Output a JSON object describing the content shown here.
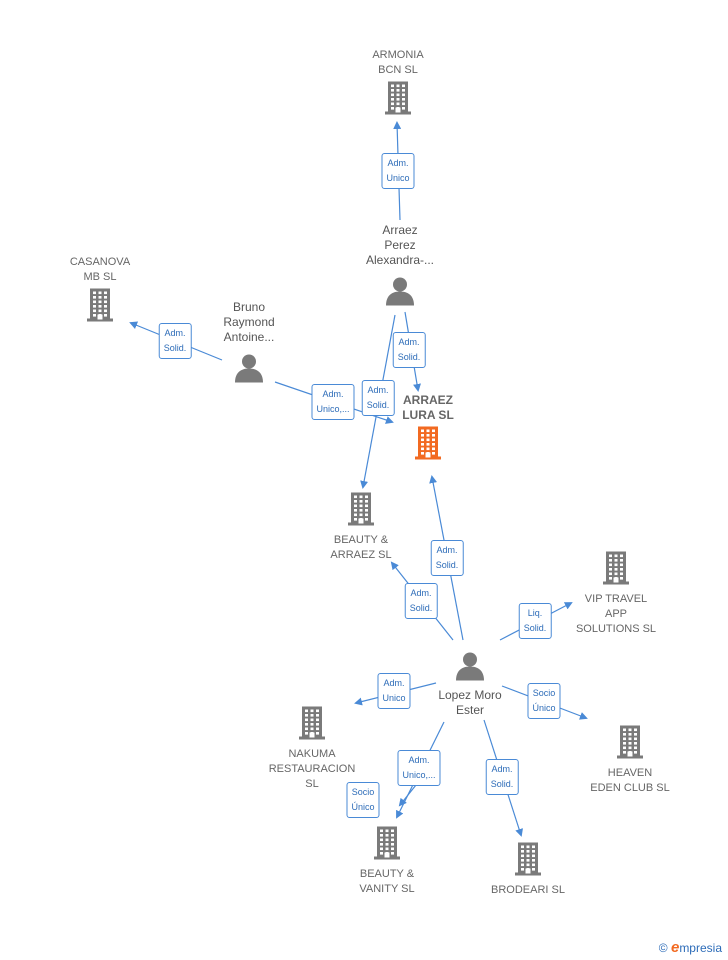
{
  "colors": {
    "edge": "#4a8ad6",
    "node": "#7a7a7a",
    "focus": "#f26a21"
  },
  "nodes": [
    {
      "id": "armonia",
      "kind": "company",
      "label": "ARMONIA\nBCN SL",
      "icon": "building-icon"
    },
    {
      "id": "arraez_perez",
      "kind": "person",
      "label": "Arraez\nPerez\nAlexandra-...",
      "icon": "person-icon"
    },
    {
      "id": "casanova",
      "kind": "company",
      "label": "CASANOVA\nMB SL",
      "icon": "building-icon"
    },
    {
      "id": "bruno",
      "kind": "person",
      "label": "Bruno\nRaymond\nAntoine...",
      "icon": "person-icon"
    },
    {
      "id": "arraez_lura",
      "kind": "focus",
      "label": "ARRAEZ\nLURA SL",
      "icon": "building-icon"
    },
    {
      "id": "beauty_arraez",
      "kind": "company",
      "label": "BEAUTY &\nARRAEZ SL",
      "icon": "building-icon"
    },
    {
      "id": "vip_travel",
      "kind": "company",
      "label": "VIP TRAVEL\nAPP\nSOLUTIONS SL",
      "icon": "building-icon"
    },
    {
      "id": "lopez",
      "kind": "person",
      "label": "Lopez Moro\nEster",
      "icon": "person-icon"
    },
    {
      "id": "nakuma",
      "kind": "company",
      "label": "NAKUMA\nRESTAURACION\nSL",
      "icon": "building-icon"
    },
    {
      "id": "heaven",
      "kind": "company",
      "label": "HEAVEN\nEDEN CLUB SL",
      "icon": "building-icon"
    },
    {
      "id": "beauty_vanity",
      "kind": "company",
      "label": "BEAUTY &\nVANITY SL",
      "icon": "building-icon"
    },
    {
      "id": "brodeari",
      "kind": "company",
      "label": "BRODEARI SL",
      "icon": "building-icon"
    }
  ],
  "edges": [
    {
      "from": "arraez_perez",
      "to": "armonia",
      "label": "Adm.\nUnico"
    },
    {
      "from": "arraez_perez",
      "to": "arraez_lura",
      "label": "Adm.\nSolid."
    },
    {
      "from": "arraez_perez",
      "to": "beauty_arraez",
      "label": "Adm.\nSolid."
    },
    {
      "from": "bruno",
      "to": "casanova",
      "label": "Adm.\nSolid."
    },
    {
      "from": "bruno",
      "to": "arraez_lura",
      "label": "Adm.\nUnico,..."
    },
    {
      "from": "lopez",
      "to": "arraez_lura",
      "label": "Adm.\nSolid."
    },
    {
      "from": "lopez",
      "to": "beauty_arraez",
      "label": "Adm.\nSolid."
    },
    {
      "from": "lopez",
      "to": "vip_travel",
      "label": "Liq.\nSolid."
    },
    {
      "from": "lopez",
      "to": "nakuma",
      "label": "Adm.\nUnico"
    },
    {
      "from": "lopez",
      "to": "heaven",
      "label": "Socio\nÚnico"
    },
    {
      "from": "lopez",
      "to": "beauty_vanity",
      "label": "Adm.\nUnico,..."
    },
    {
      "from": "lopez",
      "to": "beauty_vanity",
      "label": "Socio\nÚnico"
    },
    {
      "from": "lopez",
      "to": "brodeari",
      "label": "Adm.\nSolid."
    }
  ],
  "footer": {
    "copyright": "©",
    "brand_initial": "e",
    "brand_rest": "mpresia"
  }
}
